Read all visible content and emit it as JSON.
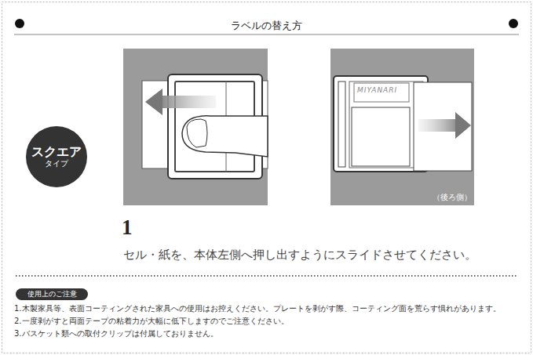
{
  "diagram": {
    "title": "ラベルの替え方",
    "nodes": [
      {
        "text": [
          "スクエア",
          "タイプ"
        ]
      },
      {
        "text": [
          "使用上のご注意"
        ]
      }
    ],
    "labels": [
      "MIYANARI",
      "（後ろ側）",
      "1",
      "セル・紙を、本体左側へ押し出すようにスライドさせてください。",
      "1.木製家具等、表面コーティングされた家具への使用はお控えください。プレートを剥がす際、コーティング面を荒らす惧れがあります。",
      "2.一度剥がすと両面テープの粘着力が大幅に低下しますのでご注意ください。",
      "3.バスケット類への取付クリップは付属しておりません。"
    ]
  }
}
